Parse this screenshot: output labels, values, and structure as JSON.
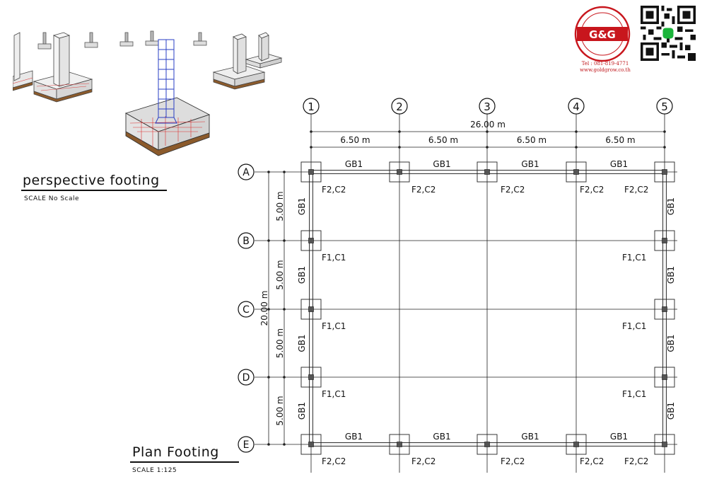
{
  "perspective": {
    "title": "perspective footing",
    "scale": "SCALE No Scale"
  },
  "plan": {
    "title": "Plan Footing",
    "scale": "SCALE 1:125",
    "grid_columns": [
      "1",
      "2",
      "3",
      "4",
      "5"
    ],
    "grid_rows": [
      "A",
      "B",
      "C",
      "D",
      "E"
    ],
    "overall_width": "26.00 m",
    "bay_widths": [
      "6.50 m",
      "6.50 m",
      "6.50 m",
      "6.50 m"
    ],
    "overall_depth": "20.00 m",
    "bay_depths": [
      "5.00 m",
      "5.00 m",
      "5.00 m",
      "5.00 m"
    ],
    "beam_label": "GB1",
    "corner_footing": "F2,C2",
    "side_footing": "F1,C1"
  },
  "logo": {
    "text": "G&G",
    "phone": "Tel : 081-819-4771",
    "website": "www.goldgrow.co.th",
    "brand_color": "#c8161d"
  }
}
